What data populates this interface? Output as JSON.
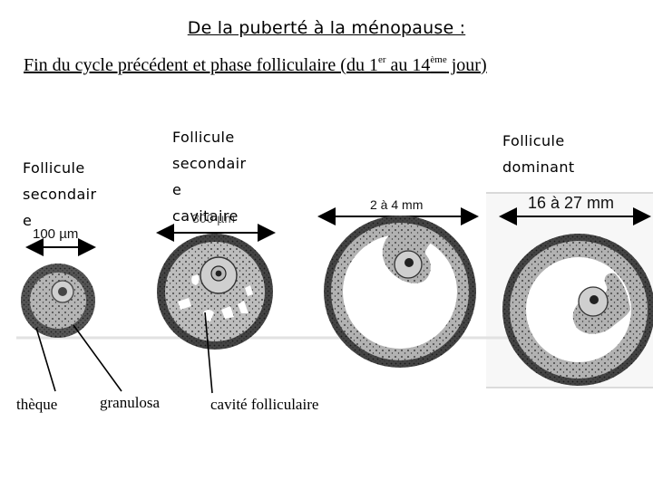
{
  "header": {
    "title": "De la puberté à la ménopause :",
    "subtitle_main": "Fin du cycle précédent et phase folliculaire (du 1",
    "subtitle_sup1": "er",
    "subtitle_mid": " au 14",
    "subtitle_sup2": "ème",
    "subtitle_end": " jour)"
  },
  "stage_labels": {
    "secondary_1": [
      "Follicule",
      "secondair",
      "e"
    ],
    "secondary_cavitary": [
      "Follicule",
      "secondair",
      "e",
      "cavitaire"
    ],
    "dominant": [
      "Follicule",
      "dominant"
    ]
  },
  "measurements": {
    "m1": "100 µm",
    "m2": "300 µm",
    "m3": "2 à 4 mm",
    "m4": "16 à 27 mm"
  },
  "annotations": {
    "theque": "thèque",
    "granulosa": "granulosa",
    "cavity": "cavité folliculaire"
  }
}
